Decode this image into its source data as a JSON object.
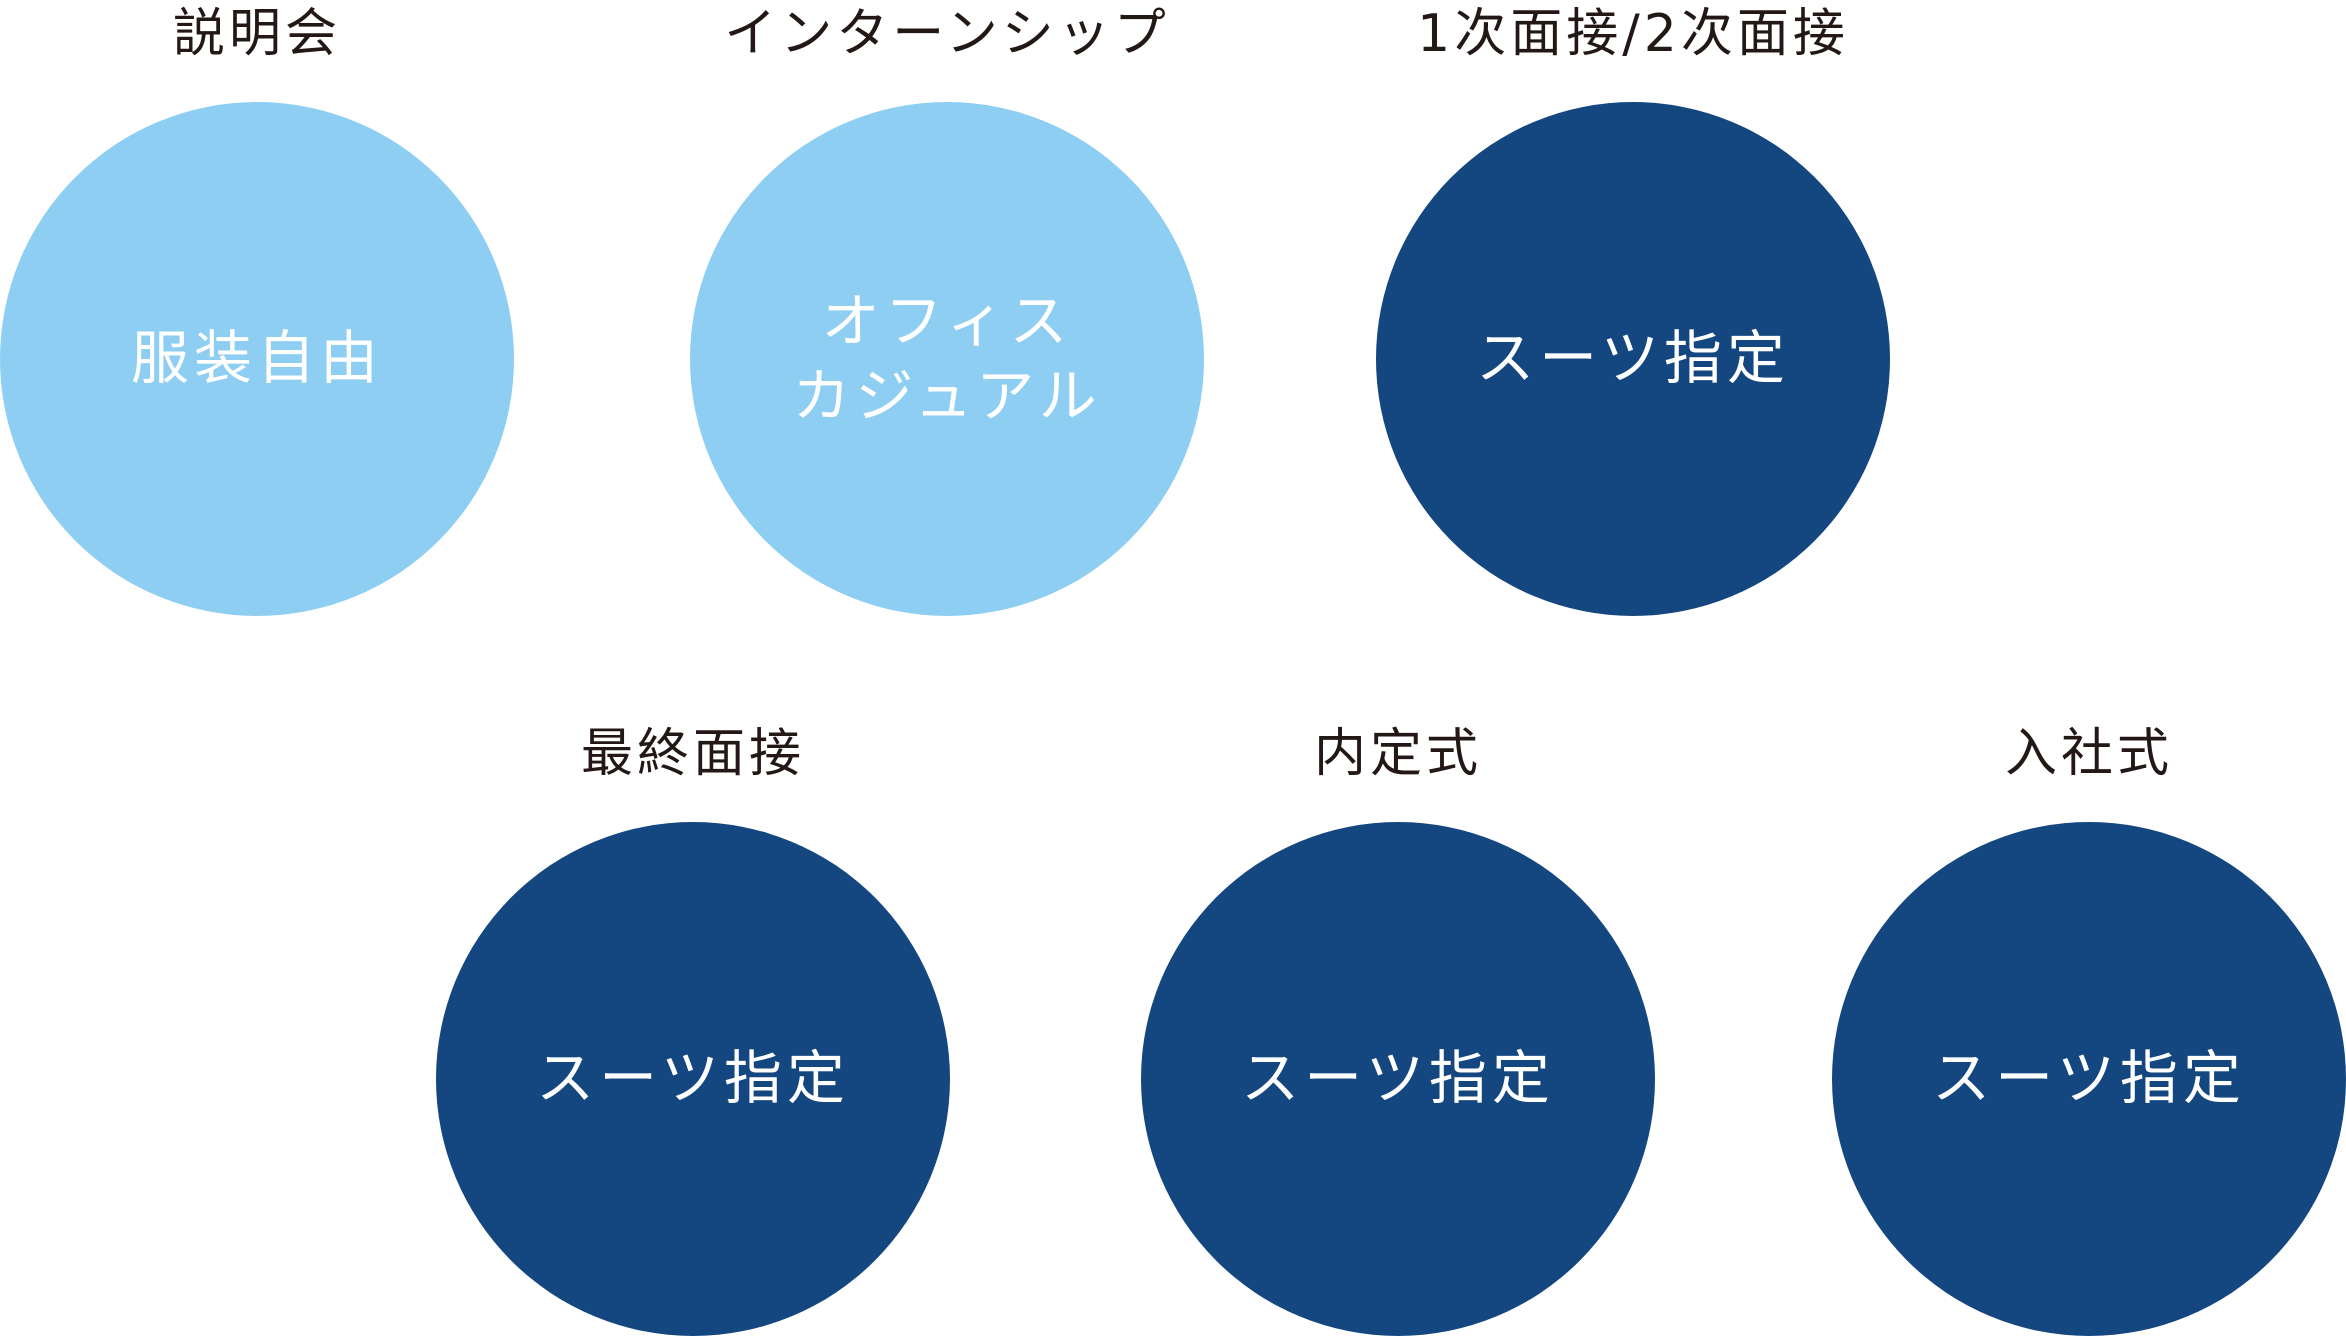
{
  "stages": [
    {
      "label": "説明会",
      "dress_lines": [
        "服装自由"
      ],
      "tone": "light"
    },
    {
      "label": "インターンシップ",
      "dress_lines": [
        "オフィス",
        "カジュアル"
      ],
      "tone": "light"
    },
    {
      "label": "1次面接/2次面接",
      "dress_lines": [
        "スーツ指定"
      ],
      "tone": "dark"
    },
    {
      "label": "最終面接",
      "dress_lines": [
        "スーツ指定"
      ],
      "tone": "dark"
    },
    {
      "label": "内定式",
      "dress_lines": [
        "スーツ指定"
      ],
      "tone": "dark"
    },
    {
      "label": "入社式",
      "dress_lines": [
        "スーツ指定"
      ],
      "tone": "dark"
    }
  ],
  "colors": {
    "light": "#8ecef3",
    "dark": "#14467f",
    "label_text": "#231815",
    "circle_text": "#ffffff"
  }
}
